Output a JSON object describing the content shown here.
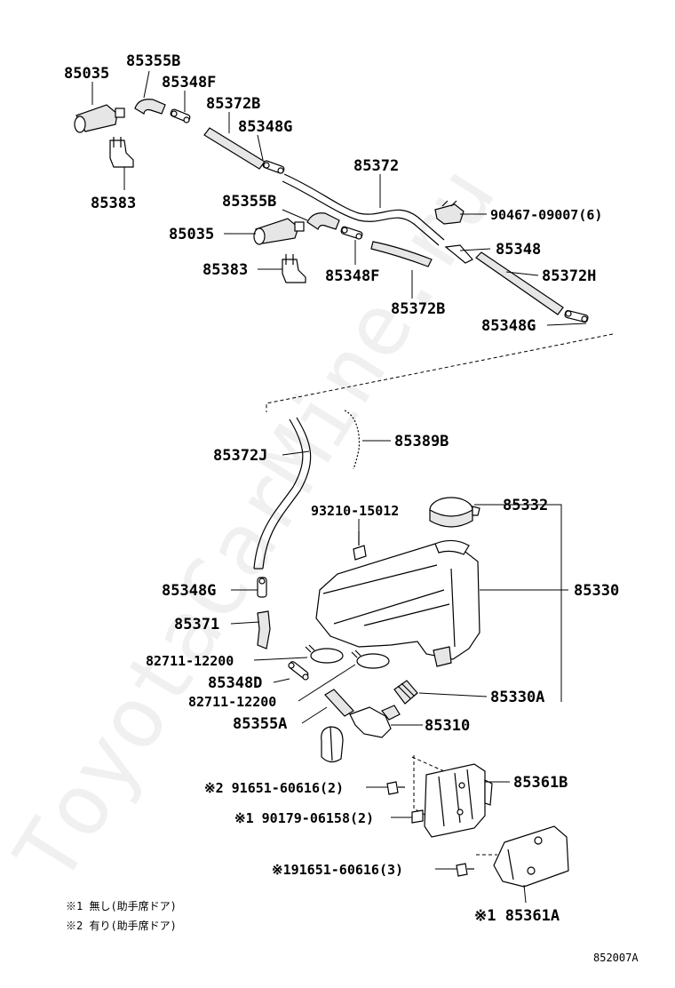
{
  "watermark": "ToyotaCarMine.ru",
  "drawing_code": "852007A",
  "labels": {
    "l01": "85035",
    "l02": "85355B",
    "l03": "85348F",
    "l04": "85372B",
    "l05": "85348G",
    "l06": "85383",
    "l07": "85372",
    "l08": "85355B",
    "l09": "90467-09007(6)",
    "l10": "85035",
    "l11": "85348",
    "l12": "85383",
    "l13": "85348F",
    "l14": "85372H",
    "l15": "85372B",
    "l16": "85348G",
    "l17": "85372J",
    "l18": "85389B",
    "l19": "93210-15012",
    "l20": "85332",
    "l21": "85330",
    "l22": "85348G",
    "l23": "85371",
    "l24": "82711-12200",
    "l25": "85348D",
    "l26": "82711-12200",
    "l27": "85330A",
    "l28": "85355A",
    "l29": "85310",
    "l30": "※2 91651-60616(2)",
    "l31": "85361B",
    "l32": "※1 90179-06158(2)",
    "l33": "※191651-60616(3)",
    "l34": "※1 85361A"
  },
  "notes": {
    "n1": "※1 無し(助手席ドア)",
    "n2": "※2 有り(助手席ドア)"
  }
}
